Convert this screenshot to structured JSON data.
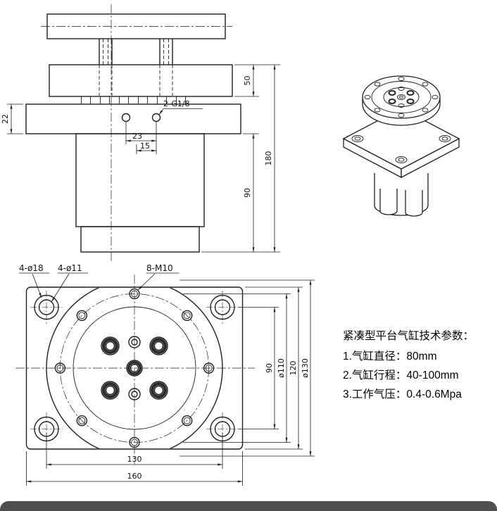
{
  "specs": {
    "heading": "紧凑型平台气缸技术参数：",
    "item_diameter": "1.气缸直径：80mm",
    "item_stroke": "2.气缸行程：40-100mm",
    "item_pressure": "3.工作气压：0.4-0.6Mpa"
  },
  "front_view": {
    "dim22": "22",
    "dim50": "50",
    "dim180": "180",
    "dim90": "90",
    "dim23": "23",
    "dim15": "15",
    "ports_label": "2-G1/8"
  },
  "plan_view": {
    "label_cbore": "4-ø18",
    "label_hole": "4-ø11",
    "label_thread": "8-M10",
    "dim90": "90",
    "dim_d110": "ø110",
    "dim120": "120",
    "dim_d130": "ø130",
    "dim130": "130",
    "dim160": "160"
  }
}
